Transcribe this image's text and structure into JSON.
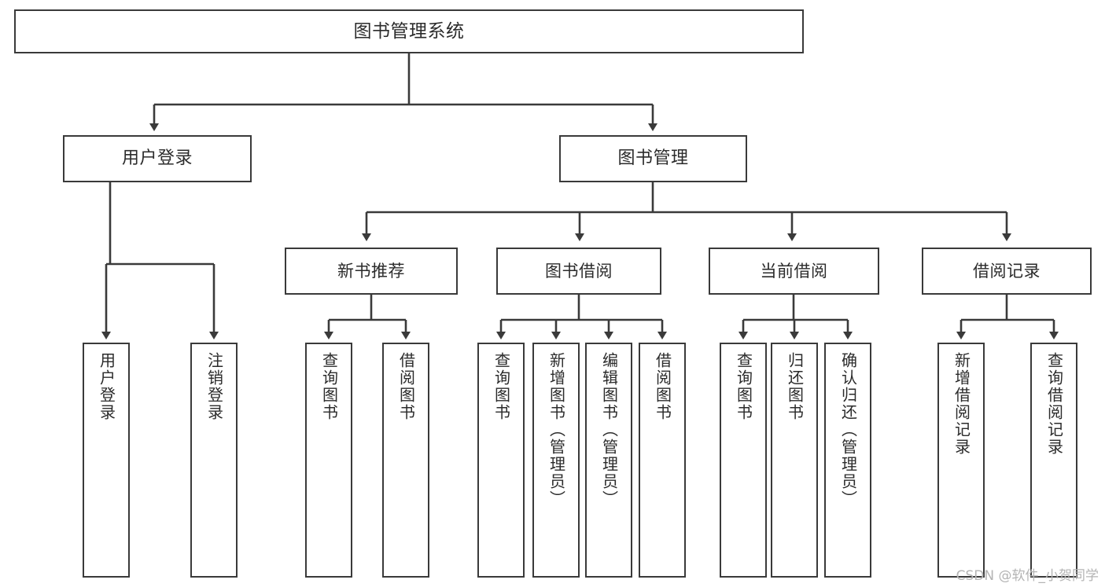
{
  "diagram": {
    "type": "hierarchy-tree",
    "title": "图书管理系统",
    "watermark": "CSDN @软件_小贺同学",
    "colors": {
      "background": "#ffffff",
      "box_border": "#3a3a3a",
      "box_fill": "#ffffff",
      "edge": "#3a3a3a",
      "text": "#2b2b2b",
      "watermark": "#b4b4b4"
    },
    "nodes": {
      "root": {
        "label": "图书管理系统"
      },
      "level2": [
        {
          "id": "user-login",
          "label": "用户登录"
        },
        {
          "id": "book-management",
          "label": "图书管理"
        }
      ],
      "level3": [
        {
          "id": "new-book-recommend",
          "label": "新书推荐"
        },
        {
          "id": "book-borrow",
          "label": "图书借阅"
        },
        {
          "id": "current-borrow",
          "label": "当前借阅"
        },
        {
          "id": "borrow-record",
          "label": "借阅记录"
        }
      ],
      "leaves": {
        "user-login": [
          {
            "id": "user-login-action",
            "label": "用户登录"
          },
          {
            "id": "user-logout-action",
            "label": "注销登录"
          }
        ],
        "new-book-recommend": [
          {
            "id": "query-book-1",
            "label": "查询图书"
          },
          {
            "id": "borrow-book-1",
            "label": "借阅图书"
          }
        ],
        "book-borrow": [
          {
            "id": "query-book-2",
            "label": "查询图书"
          },
          {
            "id": "add-book",
            "label": "新增图书（管理员）"
          },
          {
            "id": "edit-book",
            "label": "编辑图书（管理员）"
          },
          {
            "id": "borrow-book-2",
            "label": "借阅图书"
          }
        ],
        "current-borrow": [
          {
            "id": "query-book-3",
            "label": "查询图书"
          },
          {
            "id": "return-book",
            "label": "归还图书"
          },
          {
            "id": "confirm-return",
            "label": "确认归还（管理员）"
          }
        ],
        "borrow-record": [
          {
            "id": "add-borrow-record",
            "label": "新增借阅记录"
          },
          {
            "id": "query-borrow-record",
            "label": "查询借阅记录"
          }
        ]
      }
    }
  }
}
